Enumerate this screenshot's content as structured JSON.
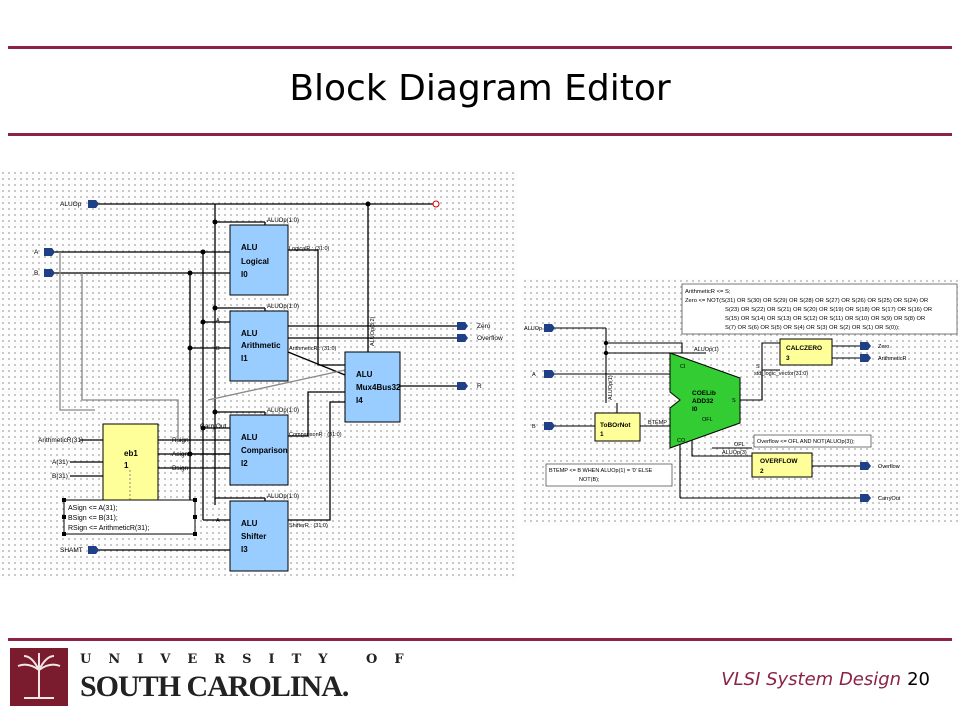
{
  "slide": {
    "title": "Block Diagram Editor",
    "footer_course": "VLSI System Design",
    "page_number": "20",
    "logo_university": "UNIVERSITY OF",
    "logo_sc": "SOUTH CAROLINA."
  },
  "left_diagram": {
    "ports": {
      "aluop": "ALUOp",
      "a": "A",
      "b": "B",
      "shamt": "SHAMT",
      "arithmeticr": "ArithmeticR(31)",
      "a31": "A(31)",
      "b31": "B(31)"
    },
    "outputs": {
      "zero": "Zero",
      "overflow": "Overflow",
      "r": "R"
    },
    "blocks": [
      {
        "kind": "ALU",
        "name": "Logical",
        "inst": "I0",
        "bus_label": "ALUOp(1:0)",
        "out_label": "LogicalR : (31:0)"
      },
      {
        "kind": "ALU",
        "name": "Arithmetic",
        "inst": "I1",
        "bus_label": "ALUOp(1:0)",
        "out_label": "ArithmeticR : (31:0)"
      },
      {
        "kind": "ALU",
        "name": "Comparison",
        "inst": "I2",
        "bus_label": "ALUOp(1:0)",
        "out_label": "ComparisonR : (31:0)"
      },
      {
        "kind": "ALU",
        "name": "Shifter",
        "inst": "I3",
        "bus_label": "ALUOp(1:0)",
        "out_label": "ShifterR : (31:0)"
      }
    ],
    "mux": {
      "kind": "ALU",
      "name": "Mux4Bus32",
      "inst": "I4",
      "sel_label": "ALUOp(3:2)"
    },
    "eb1": {
      "name": "eb1",
      "inst": "1",
      "pins": [
        "Rsign",
        "Asign",
        "Bsign"
      ]
    },
    "carryout": "CarryOut",
    "pin_a": "A",
    "pin_b": "B",
    "code": [
      "ASign <= A(31);",
      "BSign <= B(31);",
      "RSign <= ArithmeticR(31);"
    ]
  },
  "right_diagram": {
    "aluop": "ALUOp",
    "a": "A",
    "b": "B",
    "note_top": [
      "ArithmeticR <= S;",
      "Zero <= NOT(S(31) OR S(30) OR S(29) OR S(28) OR S(27) OR S(26) OR S(25) OR S(24) OR",
      "S(23) OR S(22) OR S(21) OR S(20) OR S(19) OR S(18) OR S(17) OR S(16) OR",
      "S(15) OR S(14) OR S(13) OR S(12) OR S(11) OR S(10) OR S(9) OR S(8) OR",
      "S(7) OR S(6) OR S(5) OR S(4) OR S(3) OR S(2) OR S(1) OR S(0));"
    ],
    "tobornot": {
      "name": "ToBOrNot",
      "inst": "1"
    },
    "adder": {
      "lib": "COELib",
      "name": "ADD32",
      "inst": "I0",
      "ci": "CI",
      "ofl": "OFL",
      "co": "CO",
      "s": "S"
    },
    "calczero": {
      "name": "CALCZERO",
      "inst": "3"
    },
    "overflow_block": {
      "name": "OVERFLOW",
      "inst": "2"
    },
    "labels": {
      "aluop1": "ALUOp(1)",
      "aluop1b": "ALUOp(1)",
      "btemp": "BTEMP",
      "aluop3": "ALUOp(3)",
      "ofl": "OFL",
      "s": "S",
      "slv": "std_logic_vector(31:0)"
    },
    "outputs": {
      "zero": "Zero",
      "arithmeticr": "ArithmeticR",
      "overflow": "Overflow",
      "carryout": "CarryOut"
    },
    "note_overflow": "Overflow <= OFL AND NOT(ALUOp(3));",
    "note_btemp": [
      "BTEMP <= B WHEN ALUOp(1) = '0' ELSE",
      "NOT(B);"
    ]
  },
  "colors": {
    "accent": "#8b2346",
    "alu_block": "#99ccff",
    "eb_block": "#ffff99",
    "adder": "#33cc33"
  }
}
